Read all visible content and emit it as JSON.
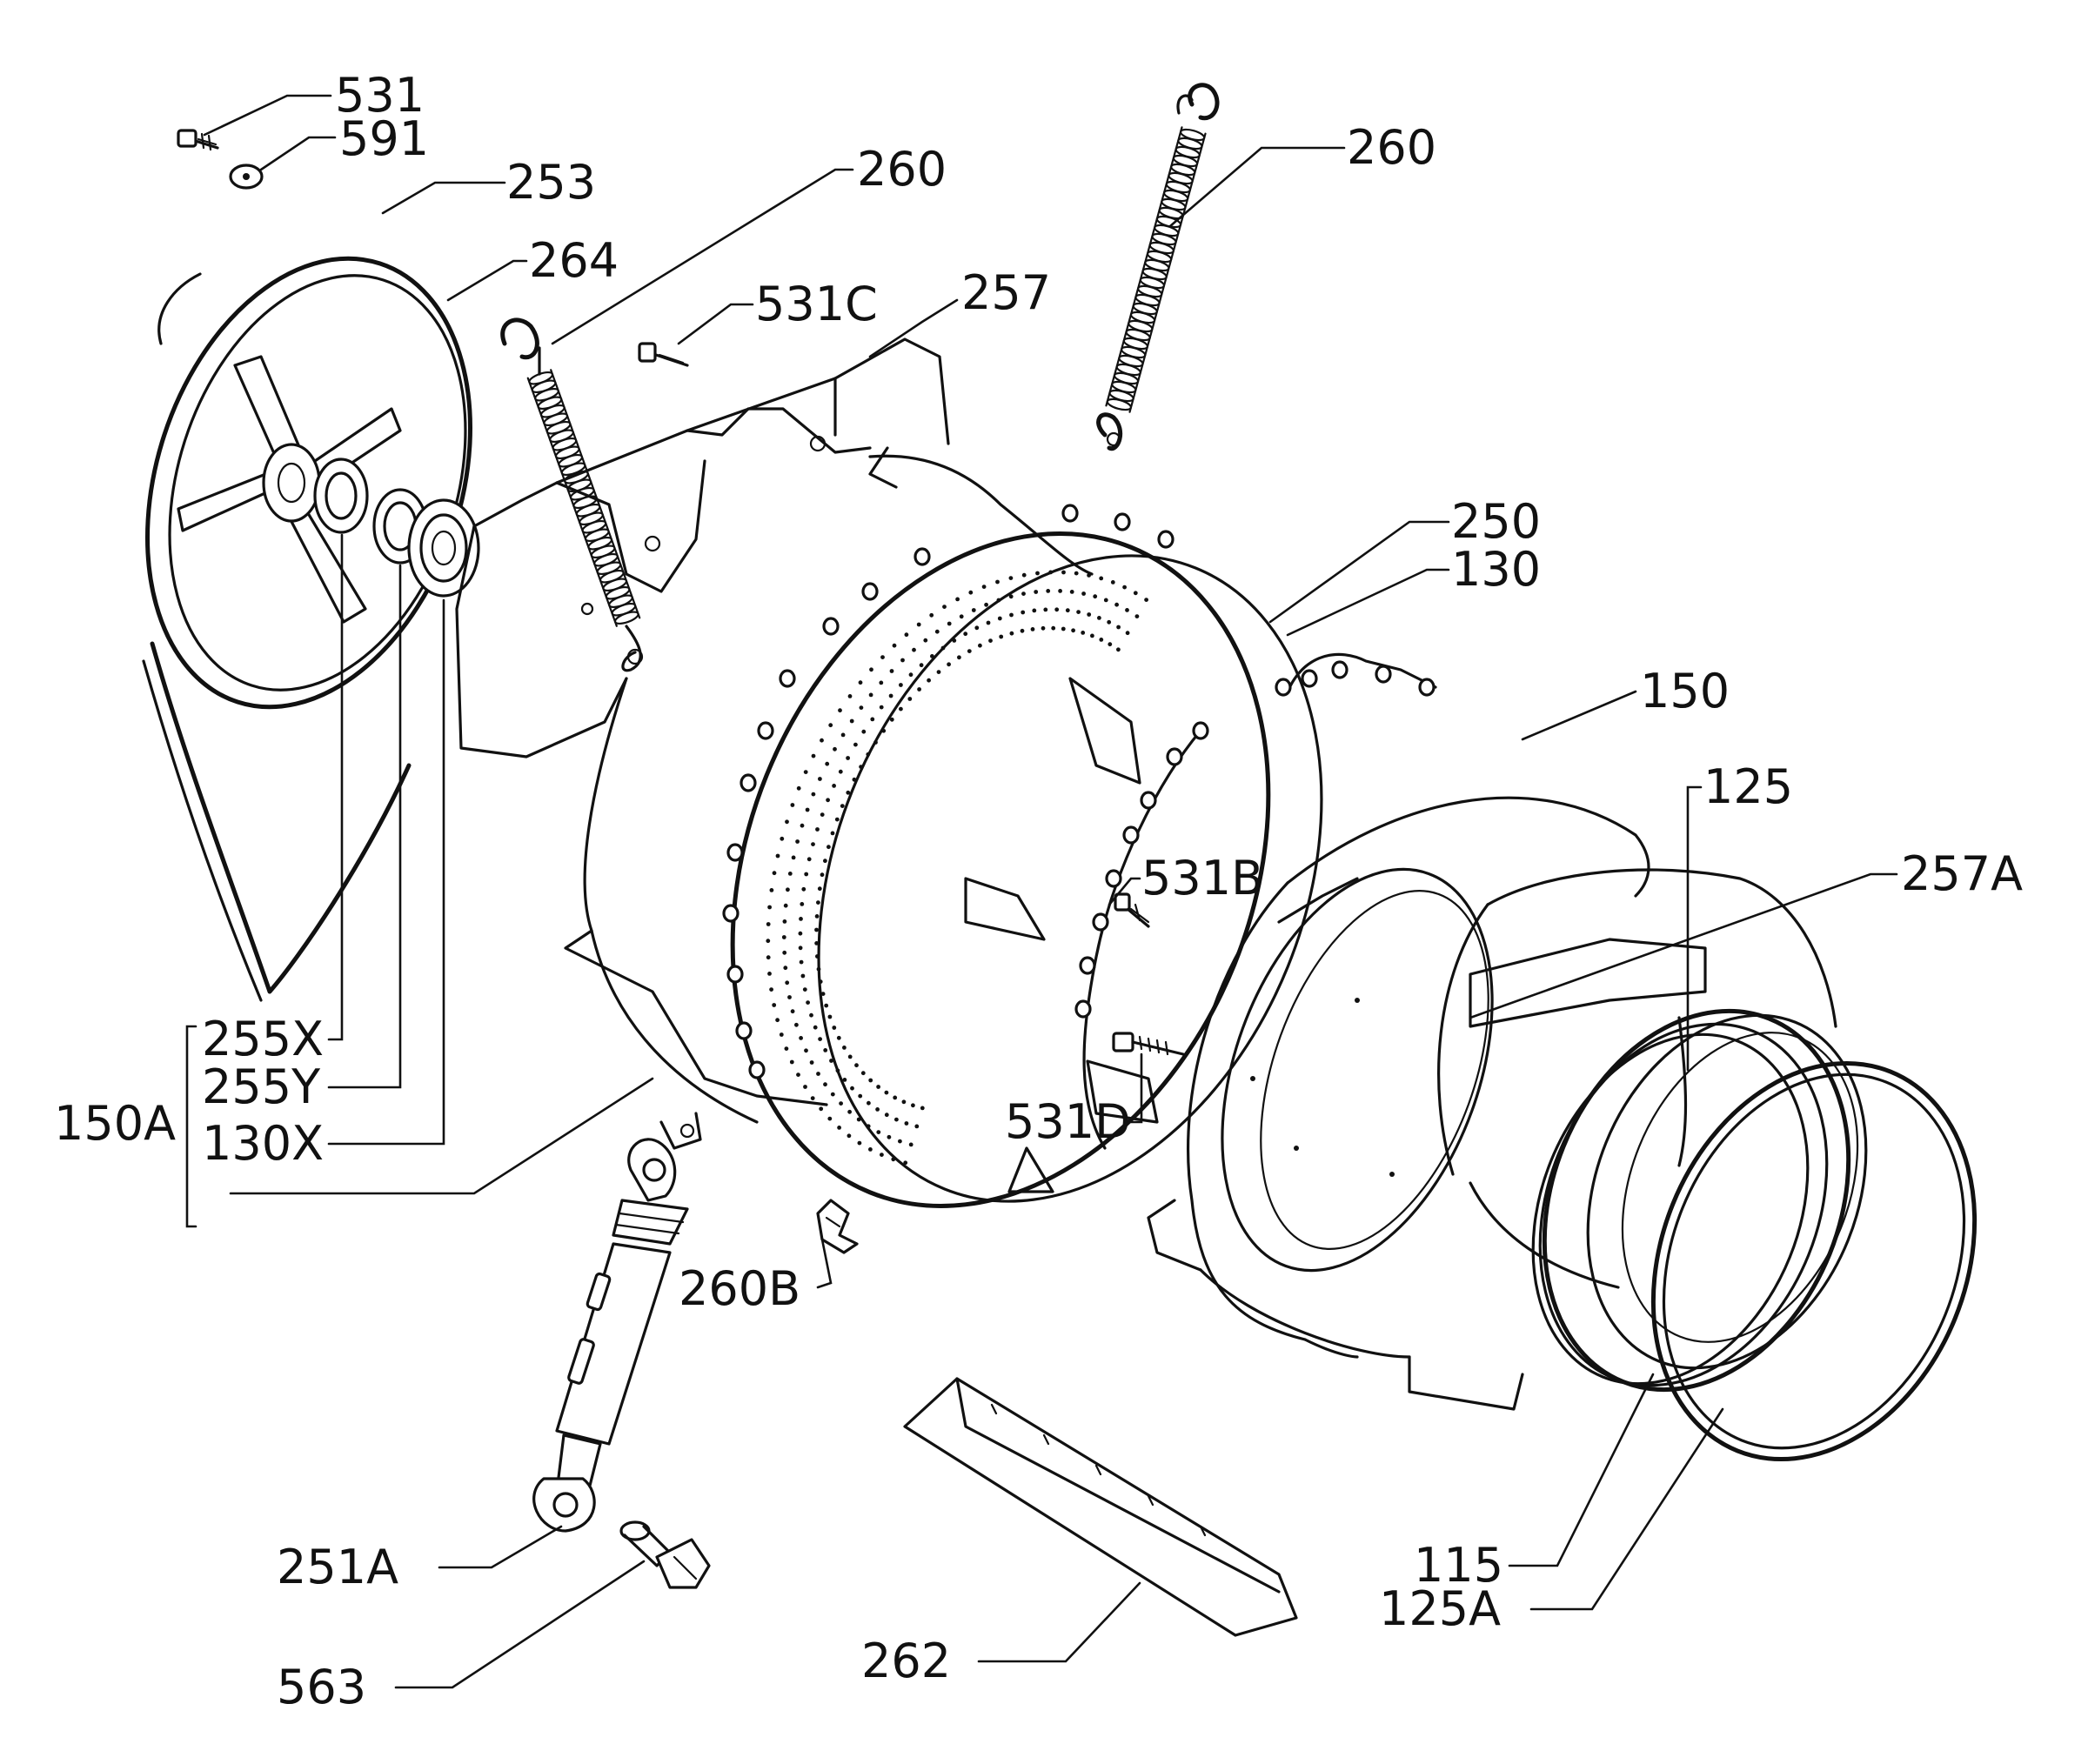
{
  "labels": {
    "l531": "531",
    "l591": "591",
    "l253": "253",
    "l264": "264",
    "l260a": "260",
    "l531c": "531C",
    "l257": "257",
    "l260b": "260",
    "l250": "250",
    "l130": "130",
    "l150": "150",
    "l125": "125",
    "l257a": "257A",
    "l531b": "531B",
    "l531d": "531D",
    "l255x": "255X",
    "l255y": "255Y",
    "l150a": "150A",
    "l130x": "130X",
    "l260bb": "260B",
    "l251a": "251A",
    "l563": "563",
    "l262": "262",
    "l115": "115",
    "l125a": "125A"
  }
}
